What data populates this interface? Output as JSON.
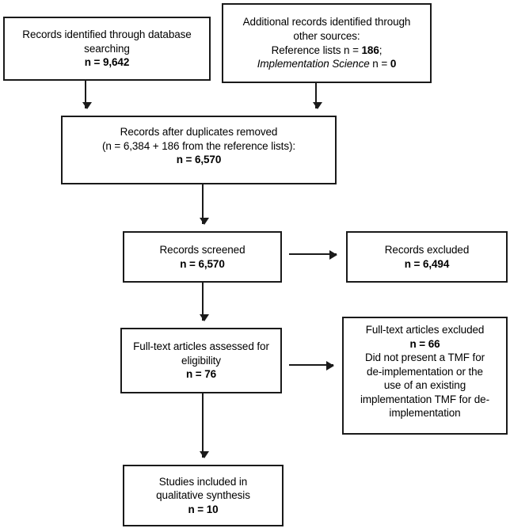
{
  "diagram": {
    "type": "prisma-flow-diagram",
    "nodes": {
      "identified_db": {
        "line1": "Records identified through database",
        "line2": "searching",
        "line3_label": "n = ",
        "line3_value": "9,642"
      },
      "identified_other": {
        "line1": "Additional records identified through",
        "line2": "other sources:",
        "line3_label": "Reference lists n = ",
        "line3_value": "186",
        "line3_suffix": ";",
        "line4_italic": "Implementation Science",
        "line4_label": " n = ",
        "line4_value": "0"
      },
      "duplicates_removed": {
        "line1": "Records after duplicates removed",
        "line2": "(n = 6,384 + 186 from the reference lists):",
        "line3_label": "n = ",
        "line3_value": "6,570"
      },
      "records_screened": {
        "line1": "Records screened",
        "line2_label": "n = ",
        "line2_value": "6,570"
      },
      "records_excluded": {
        "line1": "Records excluded",
        "line2_label": "n = ",
        "line2_value": "6,494"
      },
      "fulltext_assessed": {
        "line1": "Full-text articles assessed for",
        "line2": "eligibility",
        "line3_label": "n = ",
        "line3_value": "76"
      },
      "fulltext_excluded": {
        "line1": "Full-text articles excluded",
        "line2_label": "n = ",
        "line2_value": "66",
        "line3": "Did not present a TMF for",
        "line4": "de-implementation or the",
        "line5": "use of an existing",
        "line6": "implementation TMF for de-",
        "line7": "implementation"
      },
      "studies_included": {
        "line1": "Studies included in",
        "line2": "qualitative synthesis",
        "line3_label": "n = ",
        "line3_value": "10"
      }
    },
    "colors": {
      "stroke": "#1a1a1a",
      "background": "#ffffff",
      "text": "#000000"
    }
  }
}
